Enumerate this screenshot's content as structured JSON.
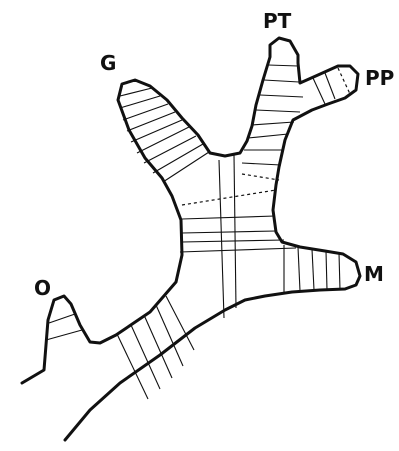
{
  "labels": {
    "pt": "PT",
    "pp": "PP",
    "g": "G",
    "m": "M",
    "o": "O"
  },
  "colors": {
    "ink": "#111111",
    "background": "#ffffff"
  }
}
